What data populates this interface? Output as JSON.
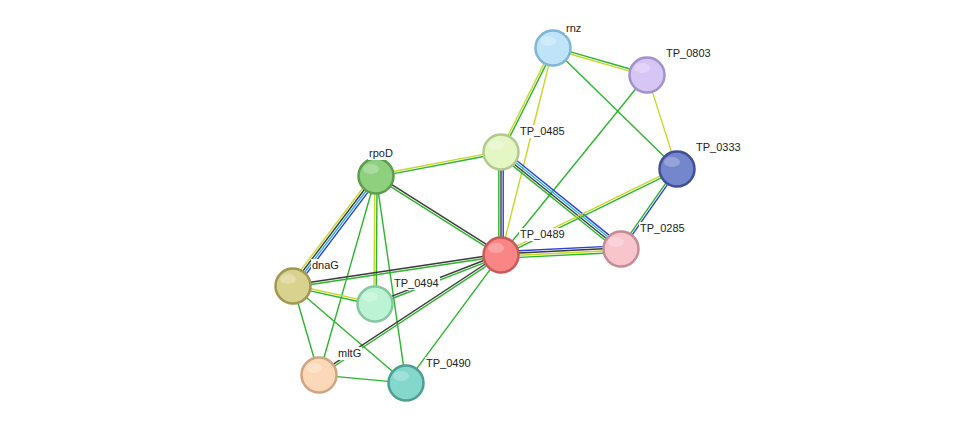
{
  "diagram": {
    "nodes": [
      {
        "text": [
          "rnz"
        ]
      },
      {
        "text": [
          "TP_0803"
        ]
      },
      {
        "text": [
          "TP_0485"
        ]
      },
      {
        "text": [
          "rpoD"
        ]
      },
      {
        "text": [
          "TP_0333"
        ]
      },
      {
        "text": [
          "TP_0489"
        ]
      },
      {
        "text": [
          "TP_0285"
        ]
      },
      {
        "text": [
          "dnaG"
        ]
      },
      {
        "text": [
          "TP_0494"
        ]
      },
      {
        "text": [
          "mltG"
        ]
      },
      {
        "text": [
          "TP_0490"
        ]
      }
    ],
    "edges": [
      {
        "from": 0,
        "to": 2,
        "arrow": "none"
      },
      {
        "from": 0,
        "to": 1,
        "arrow": "none"
      },
      {
        "from": 0,
        "to": 4,
        "arrow": "none"
      },
      {
        "from": 0,
        "to": 5,
        "arrow": "none"
      },
      {
        "from": 1,
        "to": 5,
        "arrow": "none"
      },
      {
        "from": 1,
        "to": 4,
        "arrow": "none"
      },
      {
        "from": 2,
        "to": 3,
        "arrow": "none"
      },
      {
        "from": 2,
        "to": 5,
        "arrow": "none"
      },
      {
        "from": 2,
        "to": 6,
        "arrow": "none"
      },
      {
        "from": 4,
        "to": 6,
        "arrow": "none"
      },
      {
        "from": 4,
        "to": 5,
        "arrow": "none"
      },
      {
        "from": 5,
        "to": 6,
        "arrow": "none"
      },
      {
        "from": 3,
        "to": 5,
        "arrow": "none"
      },
      {
        "from": 3,
        "to": 7,
        "arrow": "none"
      },
      {
        "from": 3,
        "to": 8,
        "arrow": "none"
      },
      {
        "from": 3,
        "to": 9,
        "arrow": "none"
      },
      {
        "from": 3,
        "to": 10,
        "arrow": "none"
      },
      {
        "from": 7,
        "to": 5,
        "arrow": "none"
      },
      {
        "from": 7,
        "to": 8,
        "arrow": "none"
      },
      {
        "from": 7,
        "to": 9,
        "arrow": "none"
      },
      {
        "from": 7,
        "to": 10,
        "arrow": "none"
      },
      {
        "from": 8,
        "to": 5,
        "arrow": "none"
      },
      {
        "from": 9,
        "to": 5,
        "arrow": "none"
      },
      {
        "from": 10,
        "to": 5,
        "arrow": "none"
      },
      {
        "from": 9,
        "to": 10,
        "arrow": "none"
      }
    ]
  }
}
